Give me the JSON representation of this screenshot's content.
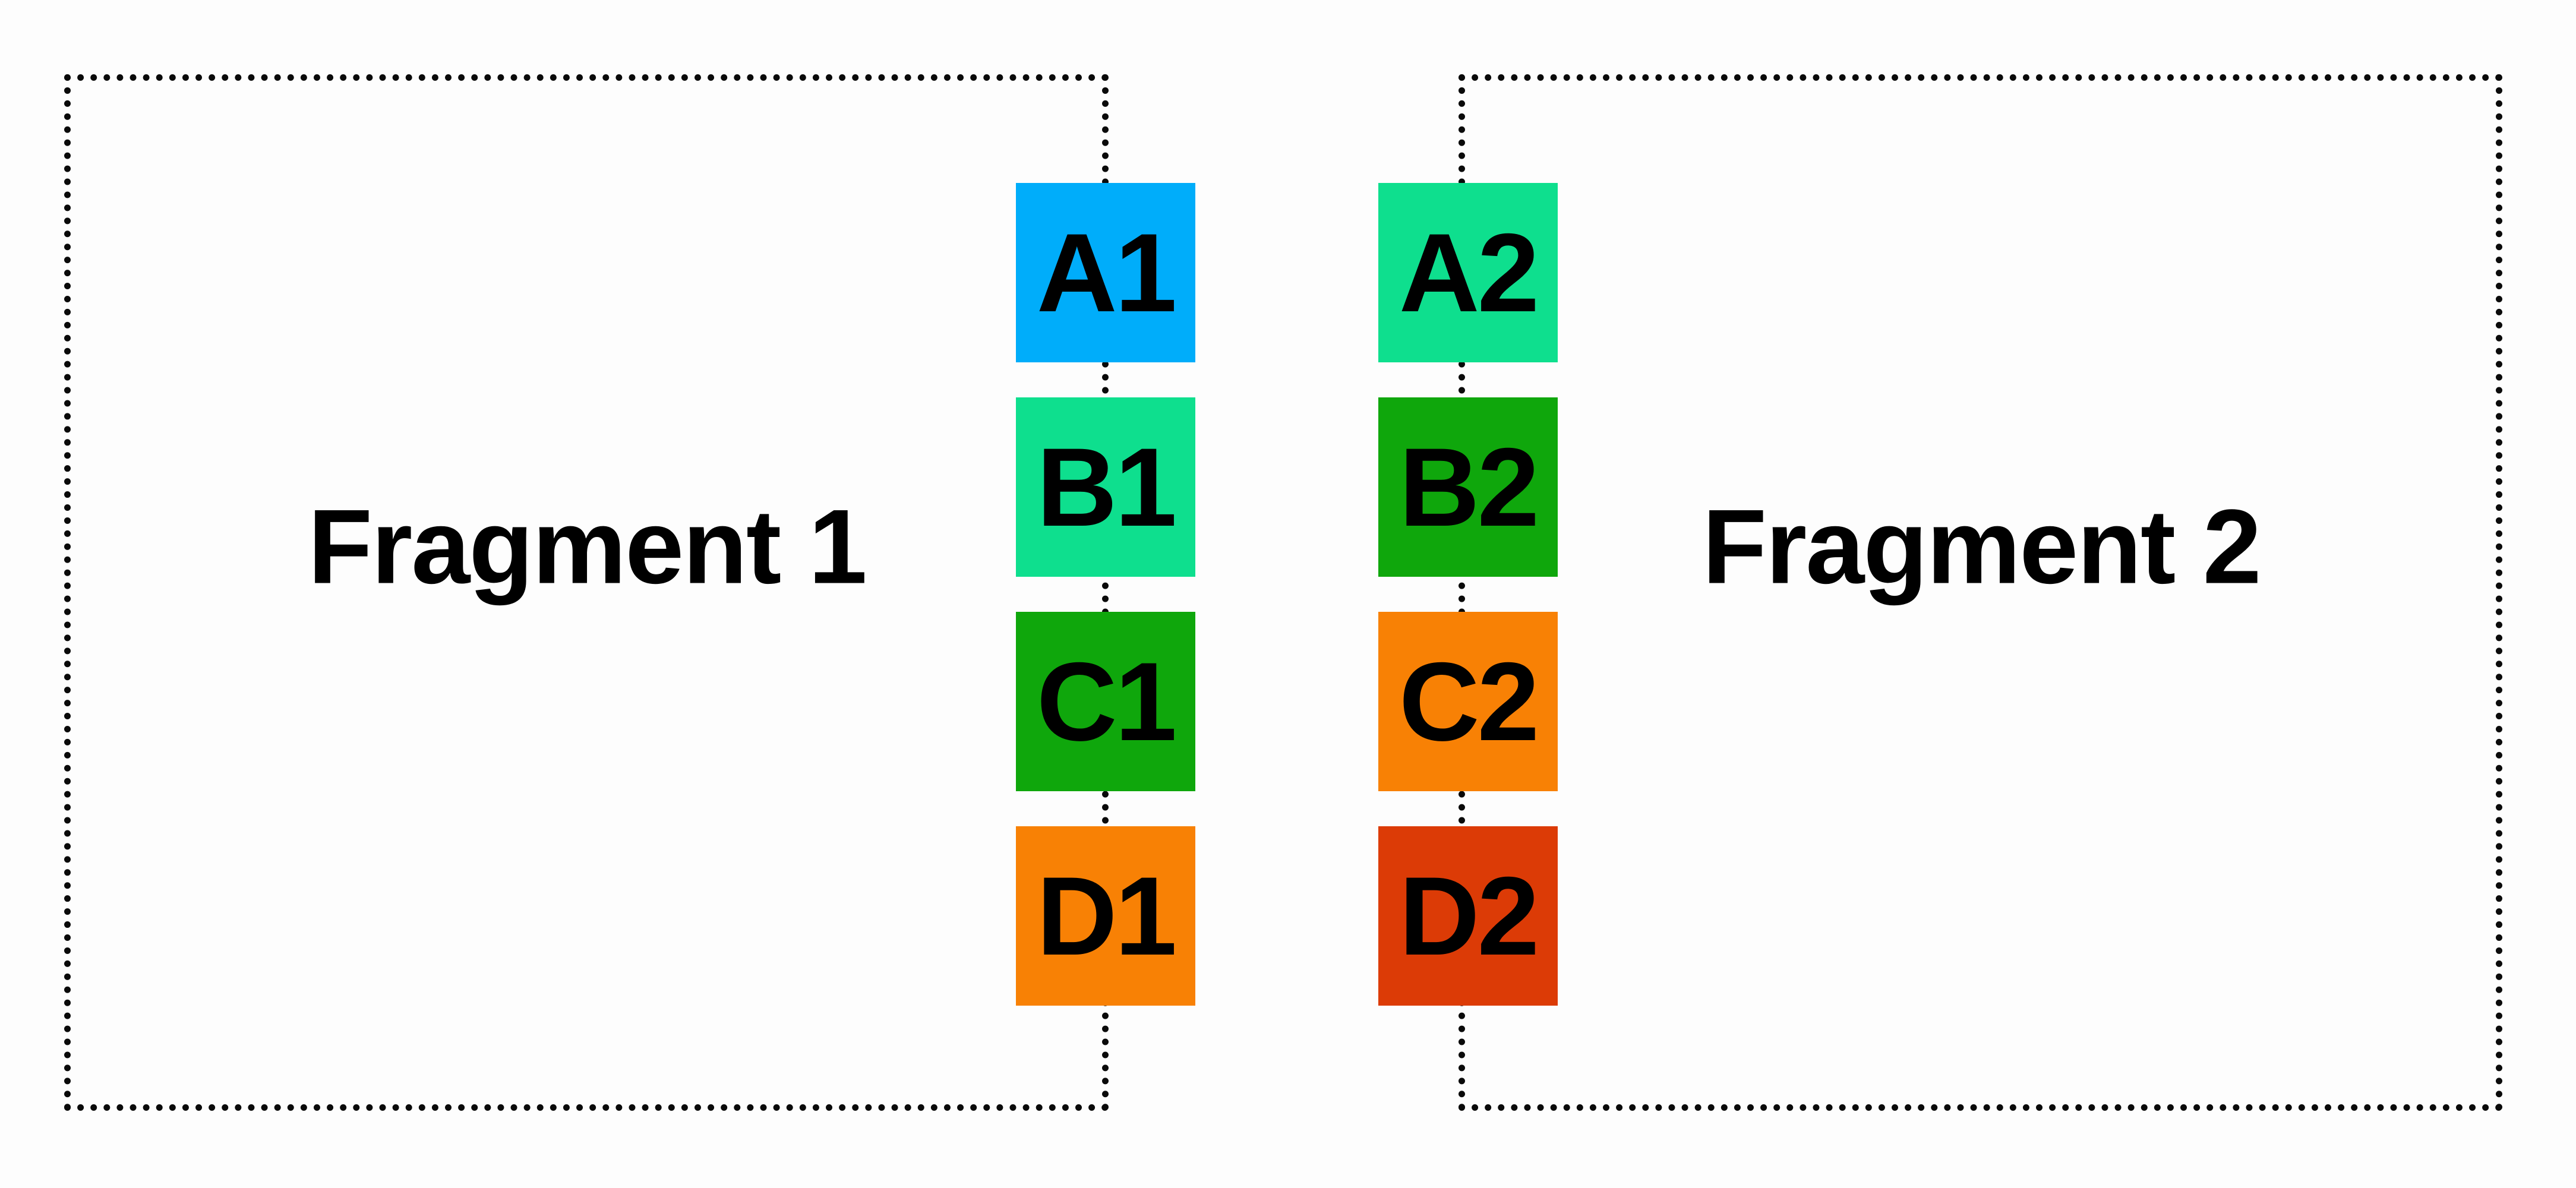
{
  "fragments": [
    {
      "label": "Fragment 1"
    },
    {
      "label": "Fragment 2"
    }
  ],
  "chips": {
    "a1": {
      "label": "A1",
      "color": "#00adfa"
    },
    "b1": {
      "label": "B1",
      "color": "#0edf8e"
    },
    "c1": {
      "label": "C1",
      "color": "#0fa70c"
    },
    "d1": {
      "label": "D1",
      "color": "#f88105"
    },
    "a2": {
      "label": "A2",
      "color": "#0edf8e"
    },
    "b2": {
      "label": "B2",
      "color": "#0fa70c"
    },
    "c2": {
      "label": "C2",
      "color": "#f88105"
    },
    "d2": {
      "label": "D2",
      "color": "#dc3b06"
    }
  }
}
